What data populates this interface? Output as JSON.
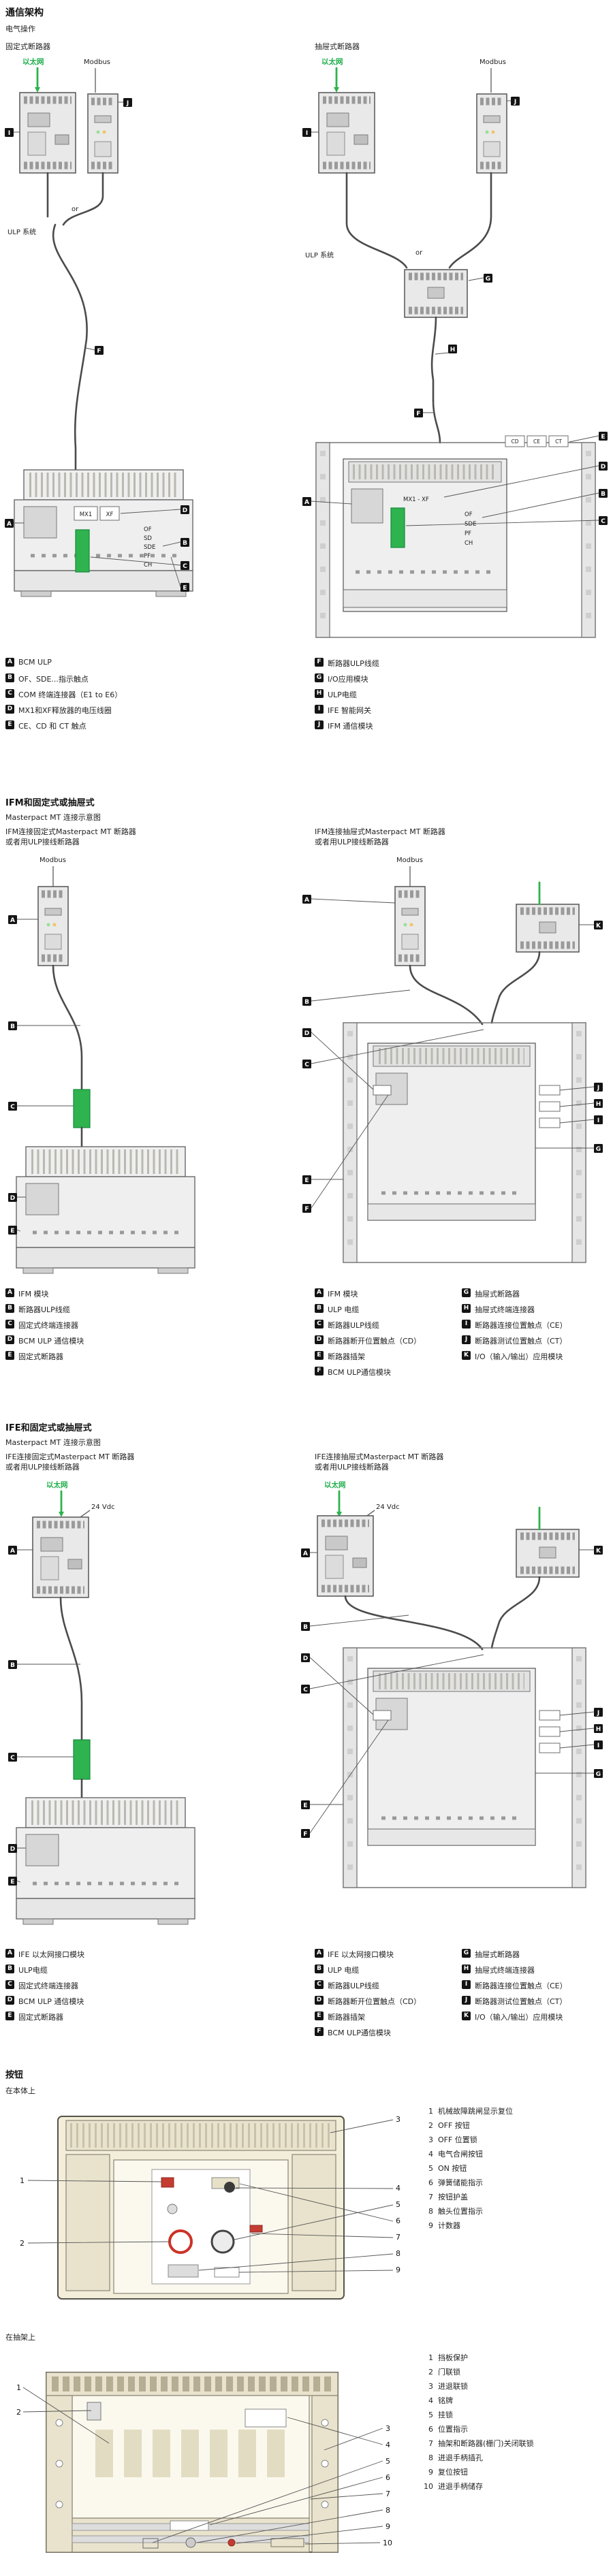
{
  "labels": {
    "ethernet": "以太网",
    "modbus": "Modbus",
    "or": "or",
    "ulp_system": "ULP 系统",
    "vdc": "24 Vdc",
    "mx1": "MX1",
    "xf": "XF",
    "mx1xf": "MX1 - XF",
    "cd": "CD",
    "ce": "CE",
    "ct": "CT",
    "of": "OF",
    "sd": "SD",
    "sde": "SDE",
    "pf": "PF",
    "ch": "CH"
  },
  "comm": {
    "heading": "通信架构",
    "sub": "电气操作",
    "fixed_caption": "固定式断路器",
    "drawout_caption": "抽屉式断路器",
    "legend_left": [
      {
        "k": "A",
        "t": "BCM ULP"
      },
      {
        "k": "B",
        "t": "OF、SDE...指示触点"
      },
      {
        "k": "C",
        "t": "COM 终端连接器（E1 to E6）"
      },
      {
        "k": "D",
        "t": "MX1和XF释放器的电压线圈"
      },
      {
        "k": "E",
        "t": "CE、CD 和 CT 触点"
      }
    ],
    "legend_right": [
      {
        "k": "F",
        "t": "断路器ULP线缆"
      },
      {
        "k": "G",
        "t": "I/O应用模块"
      },
      {
        "k": "H",
        "t": "ULP电缆"
      },
      {
        "k": "I",
        "t": "IFE 智能网关"
      },
      {
        "k": "J",
        "t": "IFM 通信模块"
      }
    ]
  },
  "ifm": {
    "heading": "IFM和固定式或抽屉式",
    "sub": "Masterpact MT 连接示意图",
    "fixed_caption1": "IFM连接固定式Masterpact MT 断路器",
    "fixed_caption2": "或者用ULP接线断路器",
    "drawout_caption1": "IFM连接抽屉式Masterpact MT 断路器",
    "drawout_caption2": "或者用ULP接线断路器",
    "legend_left": [
      {
        "k": "A",
        "t": "IFM 模块"
      },
      {
        "k": "B",
        "t": "断路器ULP线缆"
      },
      {
        "k": "C",
        "t": "固定式终端连接器"
      },
      {
        "k": "D",
        "t": "BCM ULP 通信模块"
      },
      {
        "k": "E",
        "t": "固定式断路器"
      }
    ],
    "legend_right1": [
      {
        "k": "A",
        "t": "IFM 模块"
      },
      {
        "k": "B",
        "t": "ULP 电缆"
      },
      {
        "k": "C",
        "t": "断路器ULP线缆"
      },
      {
        "k": "D",
        "t": "断路器断开位置触点（CD）"
      },
      {
        "k": "E",
        "t": "断路器插架"
      },
      {
        "k": "F",
        "t": "BCM ULP通信模块"
      }
    ],
    "legend_right2": [
      {
        "k": "G",
        "t": "抽屉式断路器"
      },
      {
        "k": "H",
        "t": "抽屉式终端连接器"
      },
      {
        "k": "I",
        "t": "断路器连接位置触点（CE）"
      },
      {
        "k": "J",
        "t": "断路器测试位置触点（CT）"
      },
      {
        "k": "K",
        "t": "I/O（输入/输出）应用模块"
      }
    ]
  },
  "ife": {
    "heading": "IFE和固定式或抽屉式",
    "sub": "Masterpact MT 连接示意图",
    "fixed_caption1": "IFE连接固定式Masterpact MT 断路器",
    "fixed_caption2": "或者用ULP接线断路器",
    "drawout_caption1": "IFE连接抽屉式Masterpact MT 断路器",
    "drawout_caption2": "或者用ULP接线断路器",
    "legend_left": [
      {
        "k": "A",
        "t": "IFE 以太网接口模块"
      },
      {
        "k": "B",
        "t": "ULP电缆"
      },
      {
        "k": "C",
        "t": "固定式终端连接器"
      },
      {
        "k": "D",
        "t": "BCM ULP 通信模块"
      },
      {
        "k": "E",
        "t": "固定式断路器"
      }
    ],
    "legend_right1": [
      {
        "k": "A",
        "t": "IFE 以太网接口模块"
      },
      {
        "k": "B",
        "t": "ULP 电缆"
      },
      {
        "k": "C",
        "t": "断路器ULP线缆"
      },
      {
        "k": "D",
        "t": "断路器断开位置触点（CD）"
      },
      {
        "k": "E",
        "t": "断路器插架"
      },
      {
        "k": "F",
        "t": "BCM ULP通信模块"
      }
    ],
    "legend_right2": [
      {
        "k": "G",
        "t": "抽屉式断路器"
      },
      {
        "k": "H",
        "t": "抽屉式终端连接器"
      },
      {
        "k": "I",
        "t": "断路器连接位置触点（CE）"
      },
      {
        "k": "J",
        "t": "断路器测试位置触点（CT）"
      },
      {
        "k": "K",
        "t": "I/O（输入/输出）应用模块"
      }
    ]
  },
  "panel": {
    "heading": "按钮",
    "body_caption": "在本体上",
    "body_items": [
      {
        "num": "1",
        "text": "机械故障跳闸显示复位"
      },
      {
        "num": "2",
        "text": "OFF 按钮"
      },
      {
        "num": "3",
        "text": "OFF 位置锁"
      },
      {
        "num": "4",
        "text": "电气合闸按钮"
      },
      {
        "num": "5",
        "text": "ON 按钮"
      },
      {
        "num": "6",
        "text": "弹簧储能指示"
      },
      {
        "num": "7",
        "text": "按钮护盖"
      },
      {
        "num": "8",
        "text": "触头位置指示"
      },
      {
        "num": "9",
        "text": "计数器"
      }
    ],
    "cradle_caption": "在抽架上",
    "cradle_items": [
      {
        "num": "1",
        "text": "挡板保护"
      },
      {
        "num": "2",
        "text": "门联锁"
      },
      {
        "num": "3",
        "text": "进退联锁"
      },
      {
        "num": "4",
        "text": "铭牌"
      },
      {
        "num": "5",
        "text": "挂锁"
      },
      {
        "num": "6",
        "text": "位置指示"
      },
      {
        "num": "7",
        "text": "抽架和断路器(栅门)关闭联锁"
      },
      {
        "num": "8",
        "text": "进退手柄插孔"
      },
      {
        "num": "9",
        "text": "复位按钮"
      },
      {
        "num": "10",
        "text": "进退手柄储存"
      }
    ]
  },
  "colors": {
    "accent_green": "#2eb34e",
    "badge_black": "#141414",
    "drawing_beige": "#f3eeda",
    "red_accent": "#c43c32"
  }
}
